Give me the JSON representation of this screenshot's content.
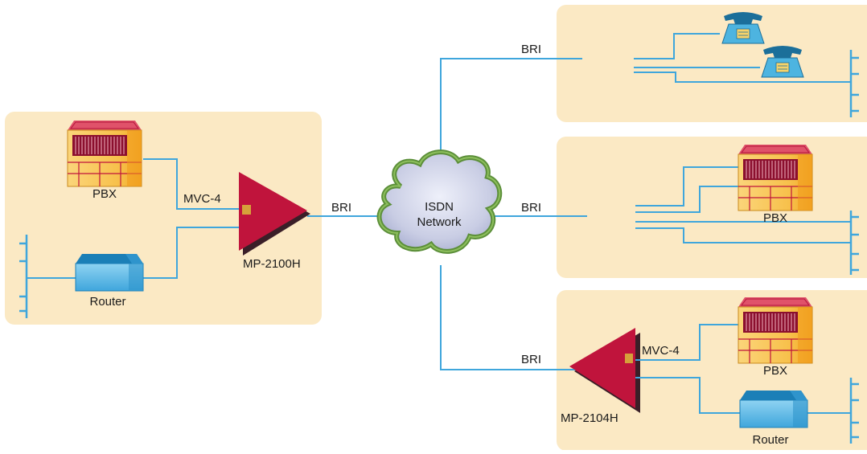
{
  "labels": {
    "pbx_left": "PBX",
    "router_left": "Router",
    "mvc_left": "MVC-4",
    "mp_left": "MP-2100H",
    "bri_left": "BRI",
    "isdn_line1": "ISDN",
    "isdn_line2": "Network",
    "bri_top": "BRI",
    "bri_mid": "BRI",
    "bri_bottom": "BRI",
    "pbx_mid": "PBX",
    "mvc_right": "MVC-4",
    "pbx_bottom": "PBX",
    "mp_right": "MP-2104H",
    "router_right": "Router"
  },
  "colors": {
    "panel": "#fbe9c4",
    "wire": "#3fa6dc",
    "mux": "#c0143c",
    "cloud": "#d6d8ea",
    "cloud_edge": "#5c8f3a"
  }
}
